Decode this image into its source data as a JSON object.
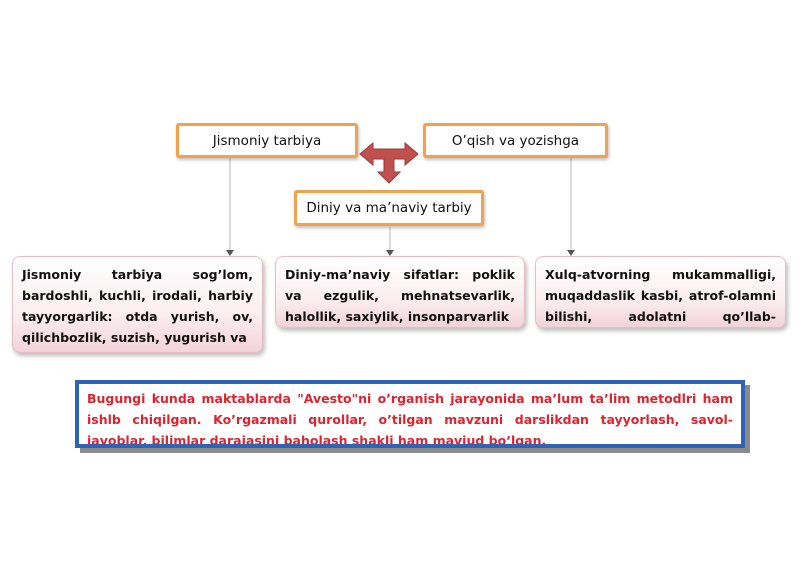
{
  "diagram": {
    "top_left": "Jismoniy tarbiya",
    "top_right": "O’qish va yozishga",
    "center": "Diniy va ma’naviy tarbiy",
    "box_left": "Jismoniy tarbiya sog’lom, bardoshli, kuchli, irodali, harbiy tayyorgarlik: otda yurish, ov, qilichbozlik, suzish, yugurish va",
    "box_middle": "Diniy-ma’naviy sifatlar: poklik va ezgulik, mehnatsevarlik, halollik, saxiylik, insonparvarlik",
    "box_right": "Xulq-atvorning mukammalligi, muqaddaslik kasbi, atrof-olamni bilishi, adolatni qo’llab-quvvatlash",
    "note": "Bugungi kunda maktablarda \"Avesto\"ni o’rganish jarayonida ma’lum ta’lim metodlri ham ishlb chiqilgan. Ko’rgazmali qurollar, o’tilgan mavzuni darslikdan tayyorlash, savol-javoblar, bilimlar darajasini baholash shakli ham mavjud bo’lgan."
  },
  "colors": {
    "box_border": "#f0a24e",
    "arrow": "#c0504d",
    "note_border": "#2d63b8",
    "note_text": "#e1222e"
  }
}
